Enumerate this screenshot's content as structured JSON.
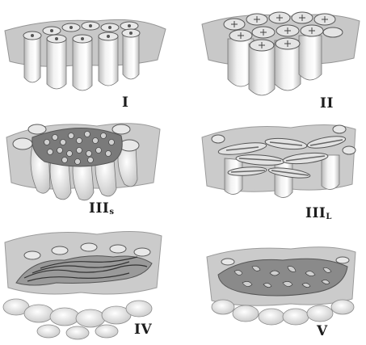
{
  "panels": [
    {
      "id": "I",
      "label": "I"
    },
    {
      "id": "II",
      "label": "II"
    },
    {
      "id": "IIIs",
      "label_main": "III",
      "label_sub": "s"
    },
    {
      "id": "IIIL",
      "label_main": "III",
      "label_sub": "L"
    },
    {
      "id": "IV",
      "label": "IV"
    },
    {
      "id": "V",
      "label": "V"
    }
  ],
  "colors": {
    "sheet": "#b9b9b9",
    "sheet_edge": "#8a8a8a",
    "tube": "#ececec",
    "tube_shade": "#c9c9c9",
    "rim": "#6e6e6e",
    "pit": "#3f3f3f"
  }
}
